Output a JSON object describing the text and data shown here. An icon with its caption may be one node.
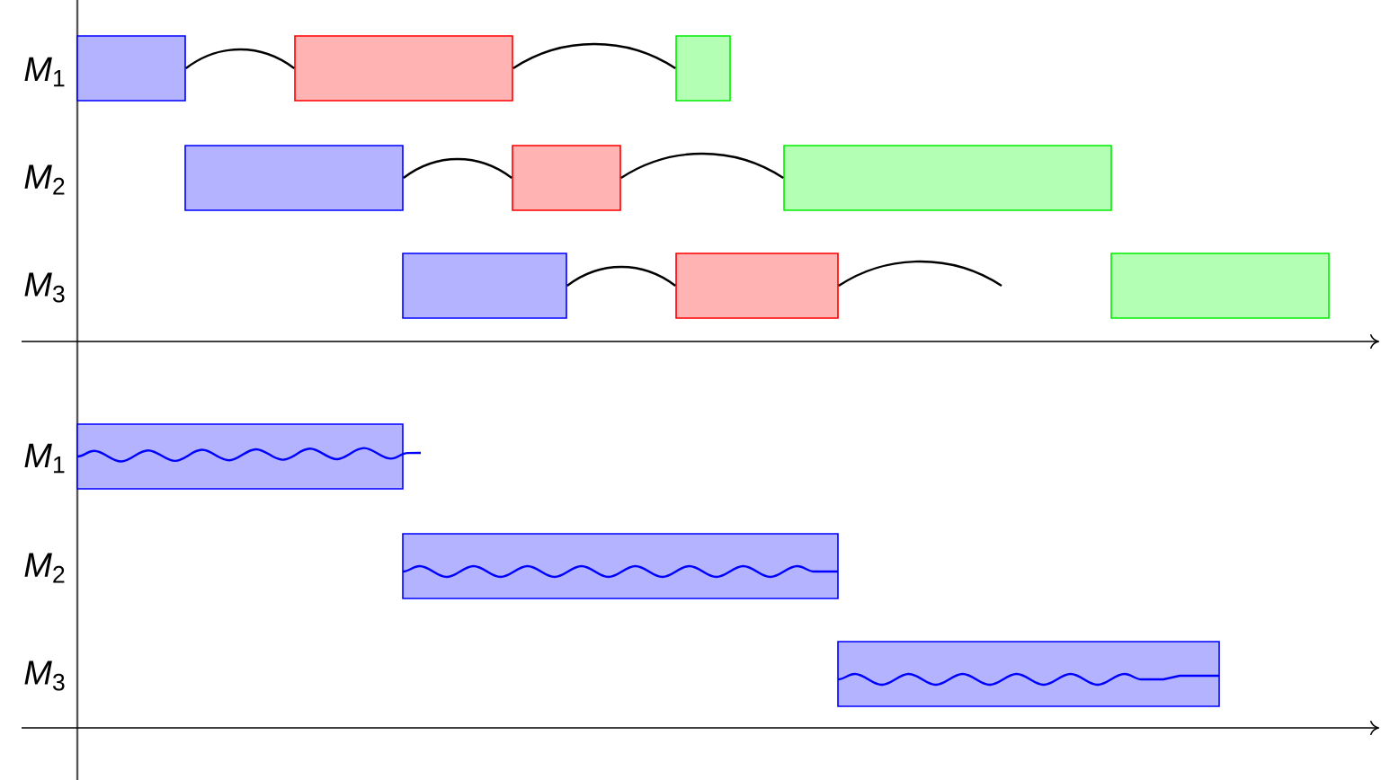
{
  "diagram": {
    "nodes": [
      {
        "text": [],
        "shape": "bar"
      },
      {
        "text": [],
        "shape": "bar"
      },
      {
        "text": [],
        "shape": "bar"
      },
      {
        "text": [],
        "shape": "bar"
      },
      {
        "text": [],
        "shape": "bar"
      },
      {
        "text": [],
        "shape": "bar"
      },
      {
        "text": [],
        "shape": "bar"
      },
      {
        "text": [],
        "shape": "bar"
      },
      {
        "text": [],
        "shape": "bar"
      },
      {
        "text": [],
        "shape": "bar"
      },
      {
        "text": [],
        "shape": "bar"
      },
      {
        "text": [],
        "shape": "bar"
      }
    ],
    "edges": [
      {
        "from": 0,
        "to": 1,
        "arrow": "none"
      },
      {
        "from": 1,
        "to": 2,
        "arrow": "none"
      },
      {
        "from": 3,
        "to": 4,
        "arrow": "none"
      },
      {
        "from": 4,
        "to": 5,
        "arrow": "none"
      },
      {
        "from": 6,
        "to": 7,
        "arrow": "none"
      },
      {
        "from": 7,
        "to": null,
        "arrow": "none"
      }
    ],
    "labels": [
      "*M*$_{1}$",
      "*M*$_{2}$",
      "*M*$_{3}$",
      "*M*$_{1}$",
      "*M*$_{2}$",
      "*M*$_{3}$"
    ]
  }
}
